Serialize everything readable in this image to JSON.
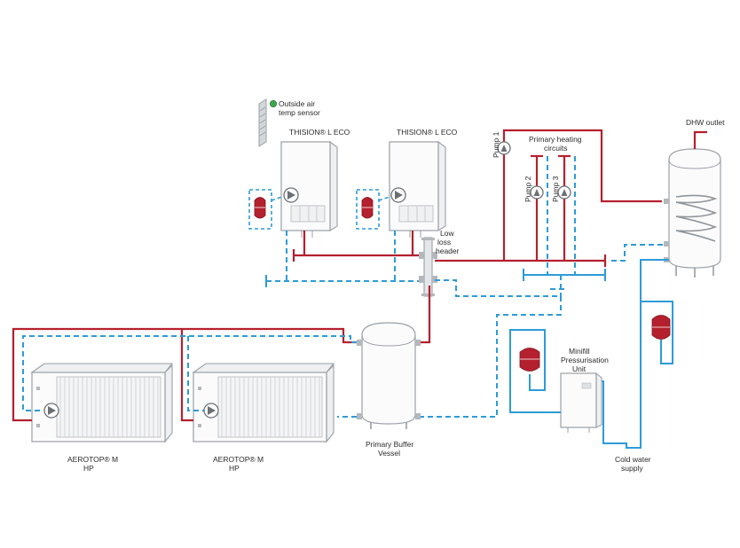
{
  "diagram": {
    "labels": {
      "sensor_line1": "Outside air",
      "sensor_line2": "temp sensor",
      "boiler1": "THISION® L ECO",
      "boiler2": "THISION® L ECO",
      "header_line1": "Low",
      "header_line2": "loss",
      "header_line3": "header",
      "pump1": "Pump 1",
      "pump2": "Pump 2",
      "pump3": "Pump 3",
      "circuits_line1": "Primary heating",
      "circuits_line2": "circuits",
      "dhw": "DHW outlet",
      "hp1_line1": "AEROTOP® M",
      "hp1_line2": "HP",
      "hp2_line1": "AEROTOP® M",
      "hp2_line2": "HP",
      "buffer_line1": "Primary Buffer",
      "buffer_line2": "Vessel",
      "minifill_line1": "Minifill",
      "minifill_line2": "Pressurisation",
      "minifill_line3": "Unit",
      "cold_line1": "Cold water",
      "cold_line2": "supply"
    },
    "colors": {
      "flow": "#b5202e",
      "return": "#2d9bd8",
      "equipment": "#9aa0a6",
      "sensor_led": "#3aa84a"
    },
    "icons": [
      "sensor-icon",
      "pump-icon",
      "expansion-vessel-icon"
    ]
  }
}
